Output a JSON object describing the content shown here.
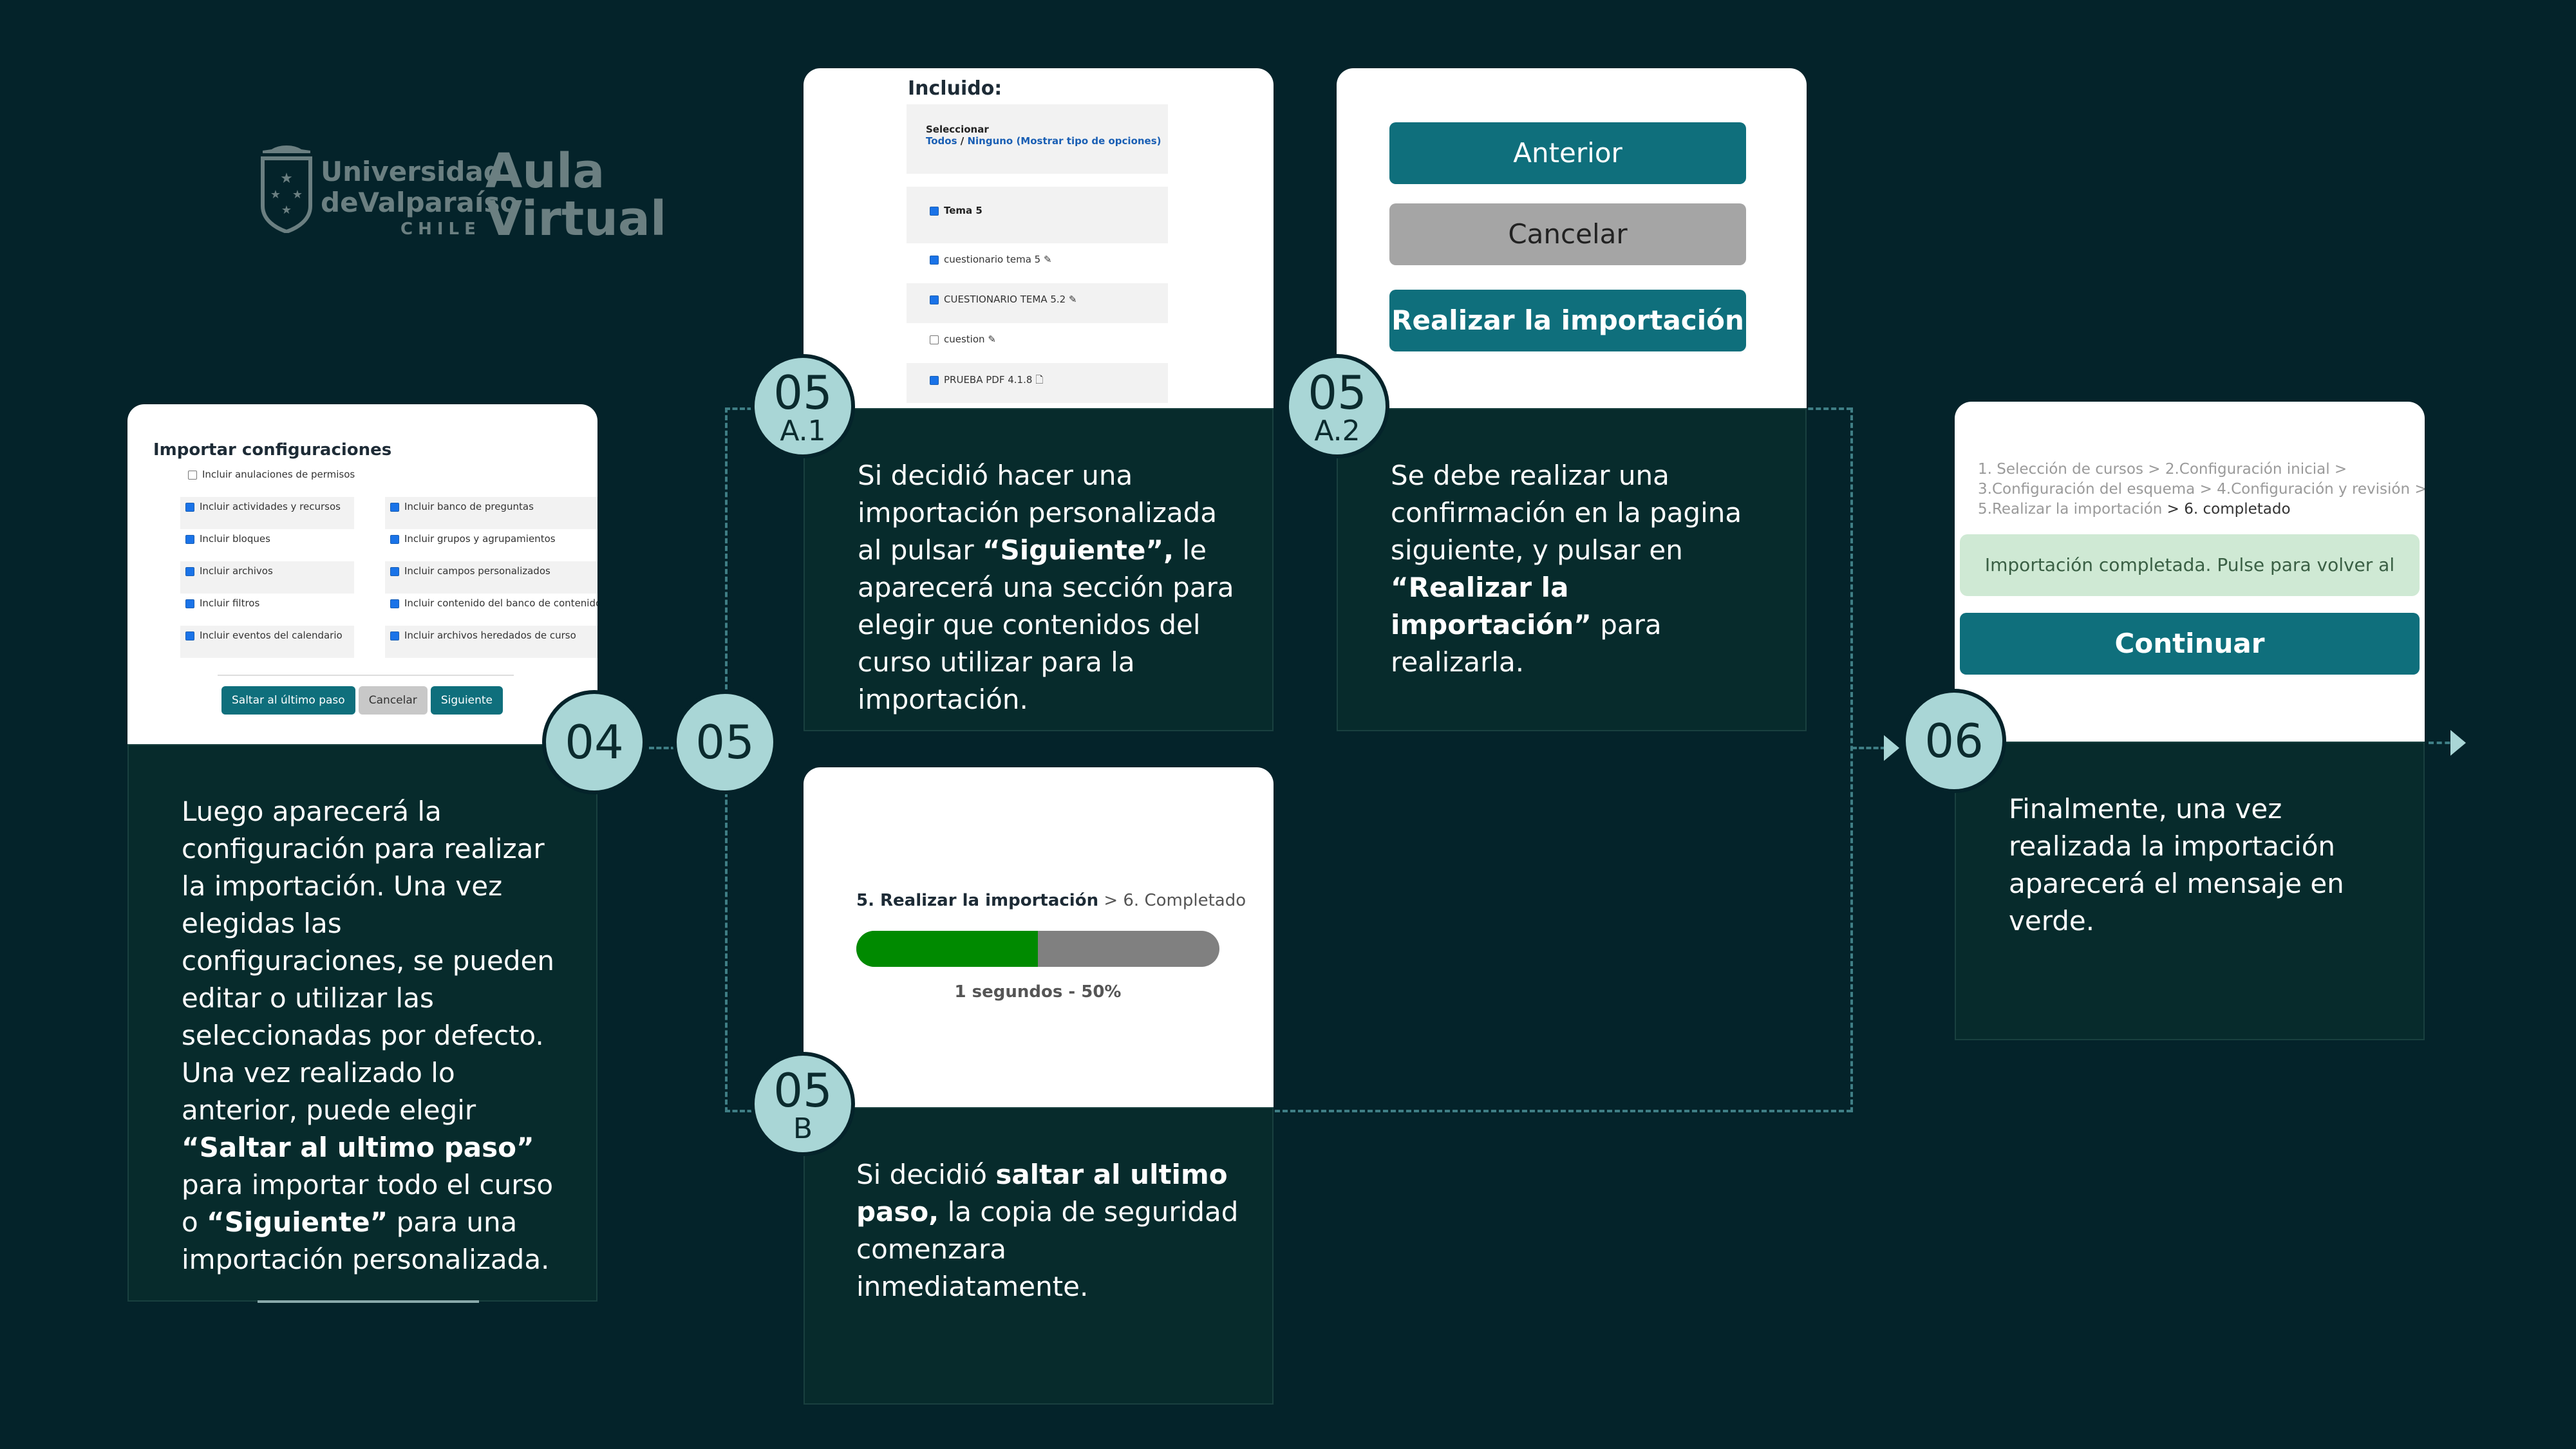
{
  "logo": {
    "line1": "Universidad",
    "line2": "deValparaíso",
    "line3": "CHILE",
    "brand1": "Aula",
    "brand2": "Virtual"
  },
  "step04": {
    "badge": "04",
    "shot": {
      "title": "Importar configuraciones",
      "top_option": "Incluir anulaciones de permisos",
      "left_options": [
        "Incluir actividades y recursos",
        "Incluir bloques",
        "Incluir archivos",
        "Incluir filtros",
        "Incluir eventos del calendario"
      ],
      "right_options": [
        "Incluir banco de preguntas",
        "Incluir grupos y agrupamientos",
        "Incluir campos personalizados",
        "Incluir contenido del banco de contenido",
        "Incluir archivos heredados de curso"
      ],
      "btn_skip": "Saltar al último paso",
      "btn_cancel": "Cancelar",
      "btn_next": "Siguiente"
    },
    "text": {
      "t1": "Luego aparecerá la configuración para realizar la importación. Una vez elegidas las configuraciones, se pueden editar o utilizar las seleccionadas por defecto. Una vez realizado lo anterior, puede elegir ",
      "b1": "“Saltar al ultimo paso”",
      "t2": " para importar todo el curso  o ",
      "b2": "“Siguiente”",
      "t3": " para una importación personalizada."
    }
  },
  "step05": {
    "badge": "05"
  },
  "step05a1": {
    "badge_num": "05",
    "badge_sub": "A.1",
    "shot": {
      "heading": "Incluido:",
      "select_label": "Seleccionar",
      "select_all": "Todos",
      "select_sep": " / ",
      "select_none": "Ninguno",
      "select_options": " (Mostrar tipo de opciones)",
      "items": [
        {
          "label": "Tema 5",
          "bold": true,
          "checked": true
        },
        {
          "label": "cuestionario tema 5",
          "bold": false,
          "checked": true
        },
        {
          "label": "CUESTIONARIO TEMA 5.2",
          "bold": false,
          "checked": true
        },
        {
          "label": "cuestion",
          "bold": false,
          "checked": false
        },
        {
          "label": "PRUEBA PDF 4.1.8",
          "bold": false,
          "checked": true
        }
      ]
    },
    "text": {
      "t1": "Si decidió hacer una importación personalizada  al pulsar ",
      "b1": "“Siguiente”,",
      "t2": " le aparecerá una sección para elegir que contenidos del curso utilizar para la importación."
    }
  },
  "step05a2": {
    "badge_num": "05",
    "badge_sub": "A.2",
    "shot": {
      "btn_prev": "Anterior",
      "btn_cancel": "Cancelar",
      "btn_import": "Realizar la importación"
    },
    "text": {
      "t1": "Se debe realizar una confirmación en la pagina siguiente, y pulsar en ",
      "b1": "“Realizar la importación”",
      "t2": " para realizarla."
    }
  },
  "step05b": {
    "badge_num": "05",
    "badge_sub": "B",
    "shot": {
      "crumb_bold": "5. Realizar la importación",
      "crumb_rest": " > 6. Completado",
      "progress": 0.5,
      "progress_label": "1 segundos - 50%"
    },
    "text": {
      "t1": "Si decidió ",
      "b1": "saltar al ultimo paso,",
      "t2": " la copia de seguridad comenzara inmediatamente."
    }
  },
  "step06": {
    "badge": "06",
    "shot": {
      "crumb1": "1. Selección de cursos > 2.Configuración inicial >",
      "crumb2": "3.Configuración del esquema > 4.Configuración y revisión >",
      "crumb3": "5.Realizar la importación",
      "crumb3_dark": " > 6. completado",
      "alert": "Importación completada. Pulse para volver al curso.",
      "btn_continue": "Continuar"
    },
    "text": {
      "t1": "Finalmente, una vez realizada la importación aparecerá el mensaje en verde."
    }
  },
  "colors": {
    "background": "#04232a",
    "panel": "#072b2c",
    "badge": "#a9d6d6",
    "teal_button": "#0f6f7c",
    "gray_button": "#a5a5a5",
    "progress_green": "#008a00",
    "alert_green": "#cfe9d4"
  }
}
